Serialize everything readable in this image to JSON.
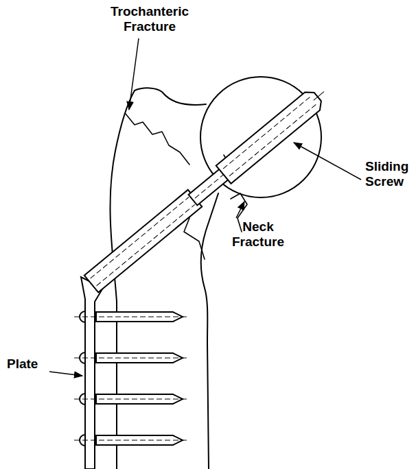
{
  "diagram": {
    "labels": [
      "Trochanteric Fracture",
      "Sliding Screw",
      "Neck Fracture",
      "Plate"
    ]
  }
}
